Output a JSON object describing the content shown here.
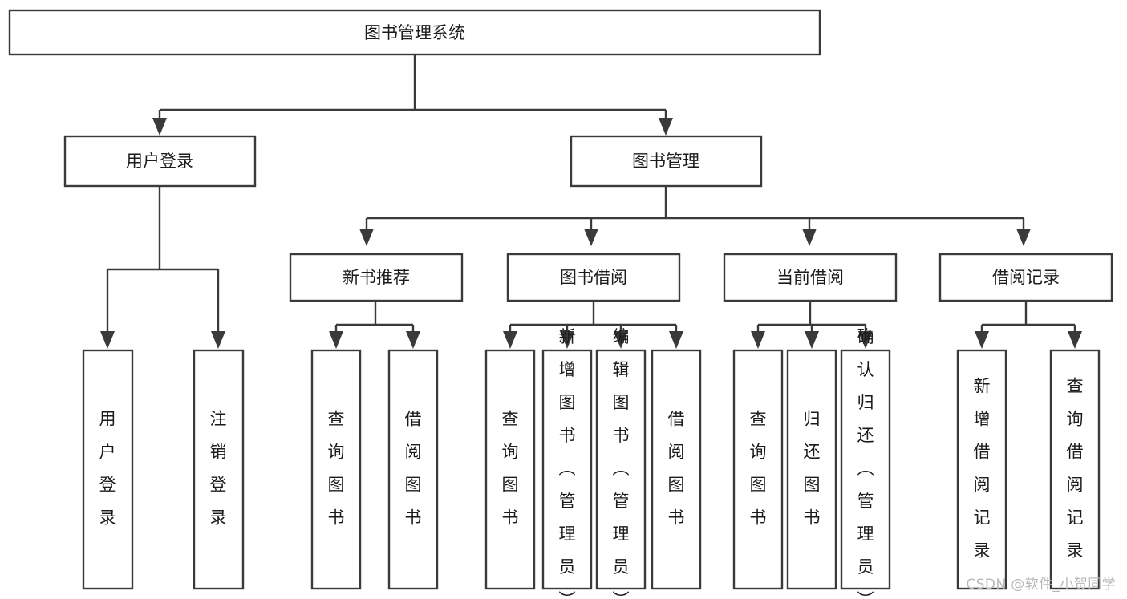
{
  "diagram": {
    "type": "tree",
    "title": "图书管理系统",
    "orientation": "top-down",
    "colors": {
      "box_stroke": "#3a3a3a",
      "box_fill": "#ffffff",
      "connector": "#3a3a3a",
      "text": "#1b1b1b",
      "watermark": "#b9b9b9",
      "background": "#ffffff"
    },
    "root": {
      "id": "root",
      "label": "图书管理系统"
    },
    "level2": [
      {
        "id": "user-login",
        "label": "用户登录"
      },
      {
        "id": "book-manage",
        "label": "图书管理"
      }
    ],
    "level3": [
      {
        "id": "new-book-recommend",
        "label": "新书推荐",
        "parent": "book-manage"
      },
      {
        "id": "book-borrow",
        "label": "图书借阅",
        "parent": "book-manage"
      },
      {
        "id": "current-borrow",
        "label": "当前借阅",
        "parent": "book-manage"
      },
      {
        "id": "borrow-record",
        "label": "借阅记录",
        "parent": "book-manage"
      }
    ],
    "leaves": {
      "user-login": [
        {
          "id": "leaf-user-login",
          "label": "用户登录"
        },
        {
          "id": "leaf-user-logout",
          "label": "注销登录"
        }
      ],
      "new-book-recommend": [
        {
          "id": "leaf-query-book-1",
          "label": "查询图书"
        },
        {
          "id": "leaf-borrow-book-1",
          "label": "借阅图书"
        }
      ],
      "book-borrow": [
        {
          "id": "leaf-query-book-2",
          "label": "查询图书"
        },
        {
          "id": "leaf-add-book",
          "label": "新增图书（管理员）"
        },
        {
          "id": "leaf-edit-book",
          "label": "编辑图书（管理员）"
        },
        {
          "id": "leaf-borrow-book-2",
          "label": "借阅图书"
        }
      ],
      "current-borrow": [
        {
          "id": "leaf-query-book-3",
          "label": "查询图书"
        },
        {
          "id": "leaf-return-book",
          "label": "归还图书"
        },
        {
          "id": "leaf-confirm-return",
          "label": "确认归还（管理员）"
        }
      ],
      "borrow-record": [
        {
          "id": "leaf-add-record",
          "label": "新增借阅记录"
        },
        {
          "id": "leaf-query-record",
          "label": "查询借阅记录"
        }
      ]
    }
  },
  "watermark": {
    "label": "CSDN @软件_小贺同学"
  }
}
